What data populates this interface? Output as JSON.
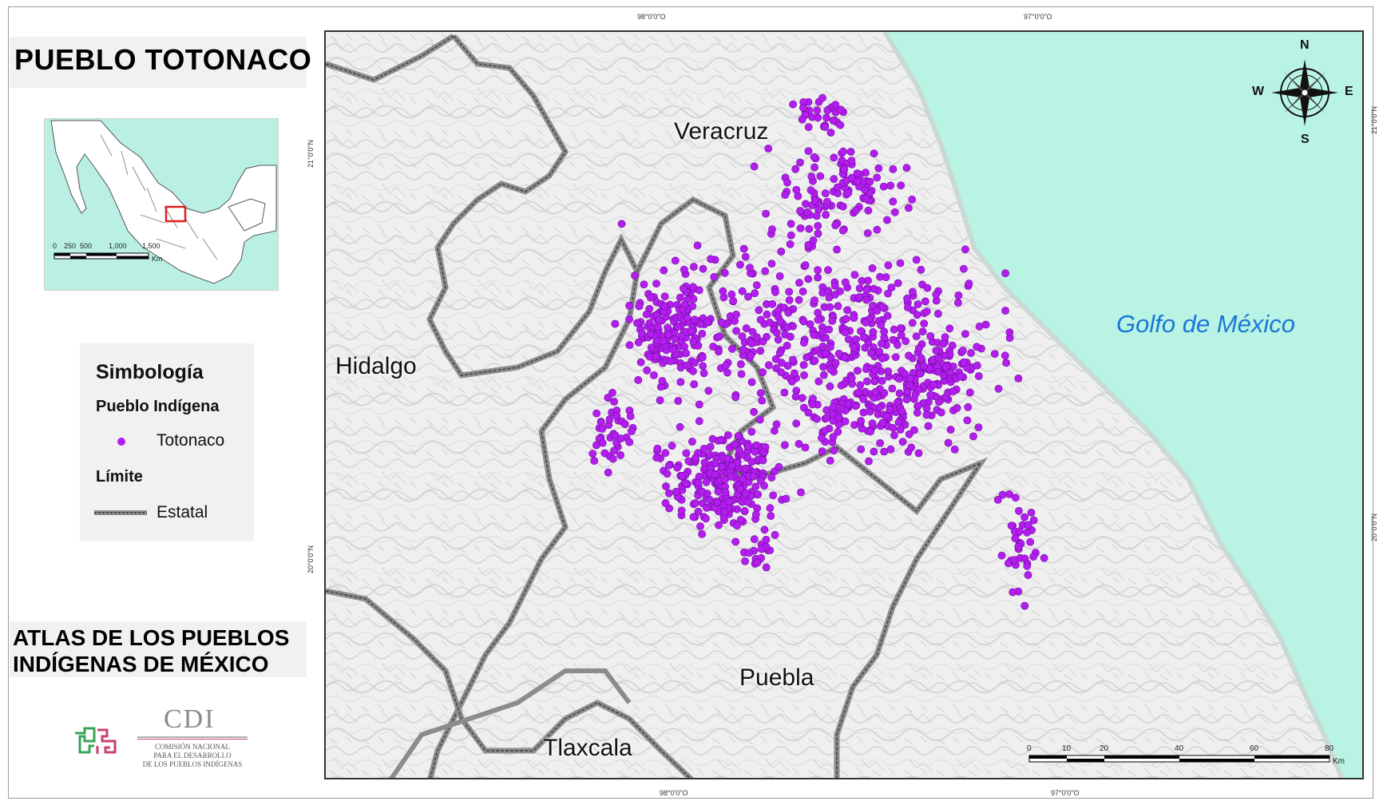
{
  "title": "PUEBLO TOTONACO",
  "inset_map": {
    "scale_labels": [
      "0",
      "250",
      "500",
      "1,000",
      "1,500"
    ],
    "scale_unit": "Km",
    "highlight_color": "#e02020",
    "land_color": "#ffffff",
    "sea_color": "#b9f0e3"
  },
  "legend": {
    "title": "Simbología",
    "group_indigenous": "Pueblo Indígena",
    "item_totonaco": "Totonaco",
    "group_limit": "Límite",
    "item_estatal": "Estatal",
    "point_color": "#b41df0"
  },
  "atlas_title": {
    "line1": "ATLAS DE LOS PUEBLOS",
    "line2": "INDÍGENAS DE MÉXICO"
  },
  "logo": {
    "name": "CDI",
    "sub1": "COMISIÓN NACIONAL",
    "sub2": "PARA EL DESARROLLO",
    "sub3": "DE LOS PUEBLOS INDÍGENAS"
  },
  "map": {
    "sea_color": "#b8f3e3",
    "state_labels": {
      "veracruz": "Veracruz",
      "hidalgo": "Hidalgo",
      "puebla": "Puebla",
      "tlaxcala": "Tlaxcala"
    },
    "sea_label": "Golfo de México",
    "coords": {
      "top_left": "98°0'0\"O",
      "top_right": "97°0'0\"O",
      "bottom_left": "98°0'0\"O",
      "bottom_right": "97°0'0\"O",
      "left_top": "21°0'0\"N",
      "left_bottom": "20°0'0\"N",
      "right_top": "21°0'0\"N",
      "right_bottom": "20°0'0\"N"
    },
    "compass": {
      "n": "N",
      "s": "S",
      "e": "E",
      "w": "W"
    },
    "scale": {
      "labels": [
        "0",
        "10",
        "20",
        "40",
        "60",
        "80"
      ],
      "unit": "Km"
    }
  }
}
